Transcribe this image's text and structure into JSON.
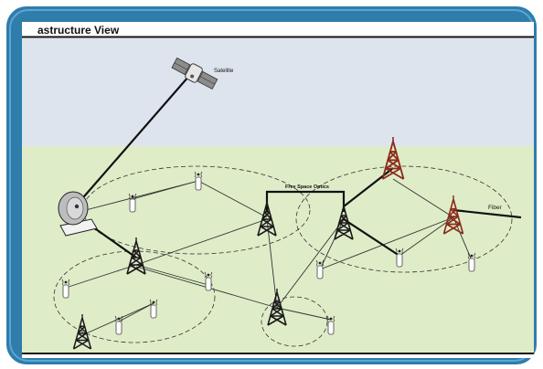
{
  "diagram": {
    "title": "astructure View",
    "labels": {
      "satellite": "Satellite",
      "free_space_optics": "Free Space Optics",
      "fiber": "Fiber"
    }
  },
  "colors": {
    "frame": "#2e7dab",
    "sky": "#dde4ee",
    "ground": "#dfecc8",
    "tower_dark": "#1a1a1a",
    "tower_red": "#8b2c1c"
  }
}
